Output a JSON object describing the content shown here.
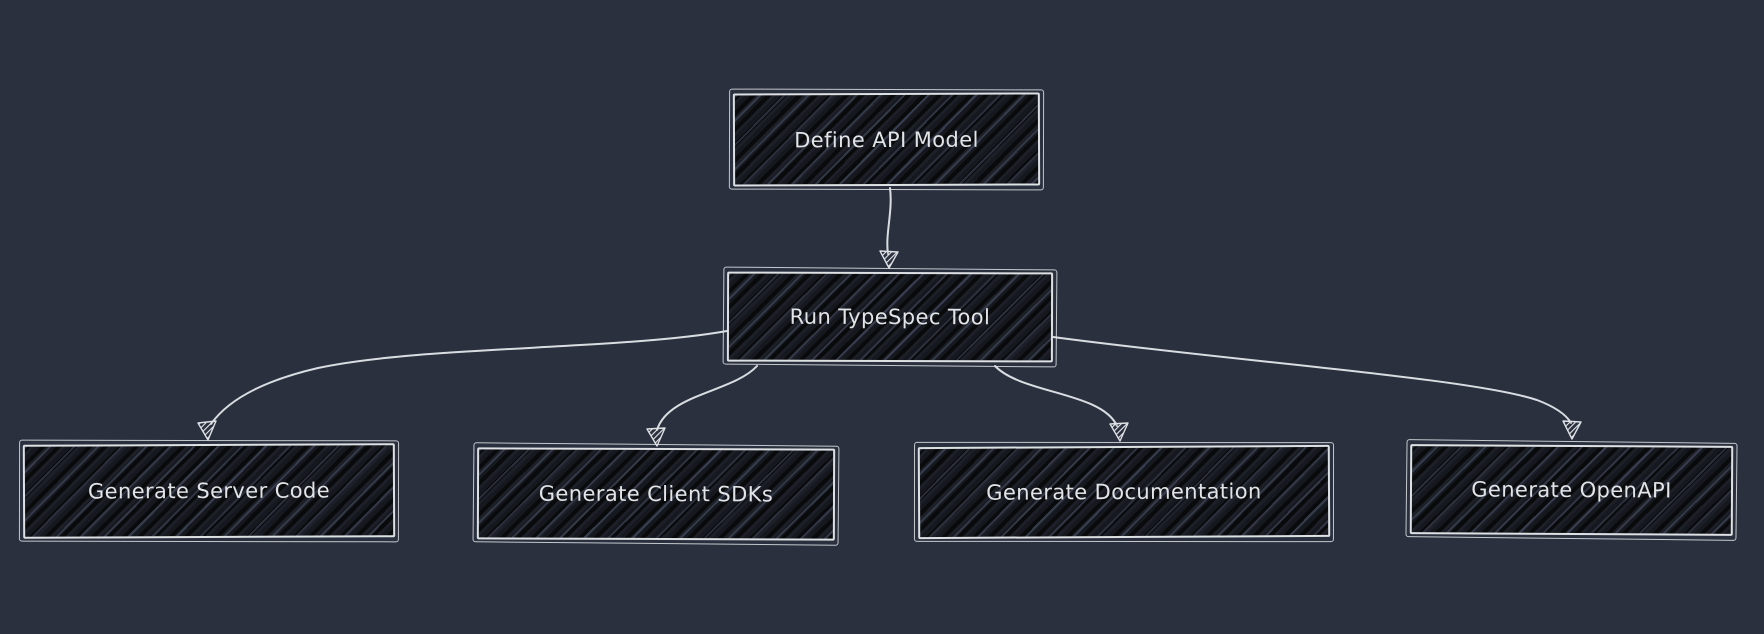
{
  "diagram": {
    "type": "flowchart",
    "style": "hand-drawn",
    "colors": {
      "background": "#2a303e",
      "node_fill": "#15181e",
      "node_border": "#dde1e4",
      "node_text": "#e2e5e7",
      "arrow": "#d9dde1"
    },
    "nodes": [
      {
        "id": "define-api-model",
        "label": "Define API Model"
      },
      {
        "id": "run-typespec-tool",
        "label": "Run TypeSpec Tool"
      },
      {
        "id": "generate-server-code",
        "label": "Generate Server Code"
      },
      {
        "id": "generate-client-sdks",
        "label": "Generate Client SDKs"
      },
      {
        "id": "generate-documentation",
        "label": "Generate Documentation"
      },
      {
        "id": "generate-openapi",
        "label": "Generate OpenAPI"
      }
    ],
    "edges": [
      {
        "from": "define-api-model",
        "to": "run-typespec-tool"
      },
      {
        "from": "run-typespec-tool",
        "to": "generate-server-code"
      },
      {
        "from": "run-typespec-tool",
        "to": "generate-client-sdks"
      },
      {
        "from": "run-typespec-tool",
        "to": "generate-documentation"
      },
      {
        "from": "run-typespec-tool",
        "to": "generate-openapi"
      }
    ]
  }
}
